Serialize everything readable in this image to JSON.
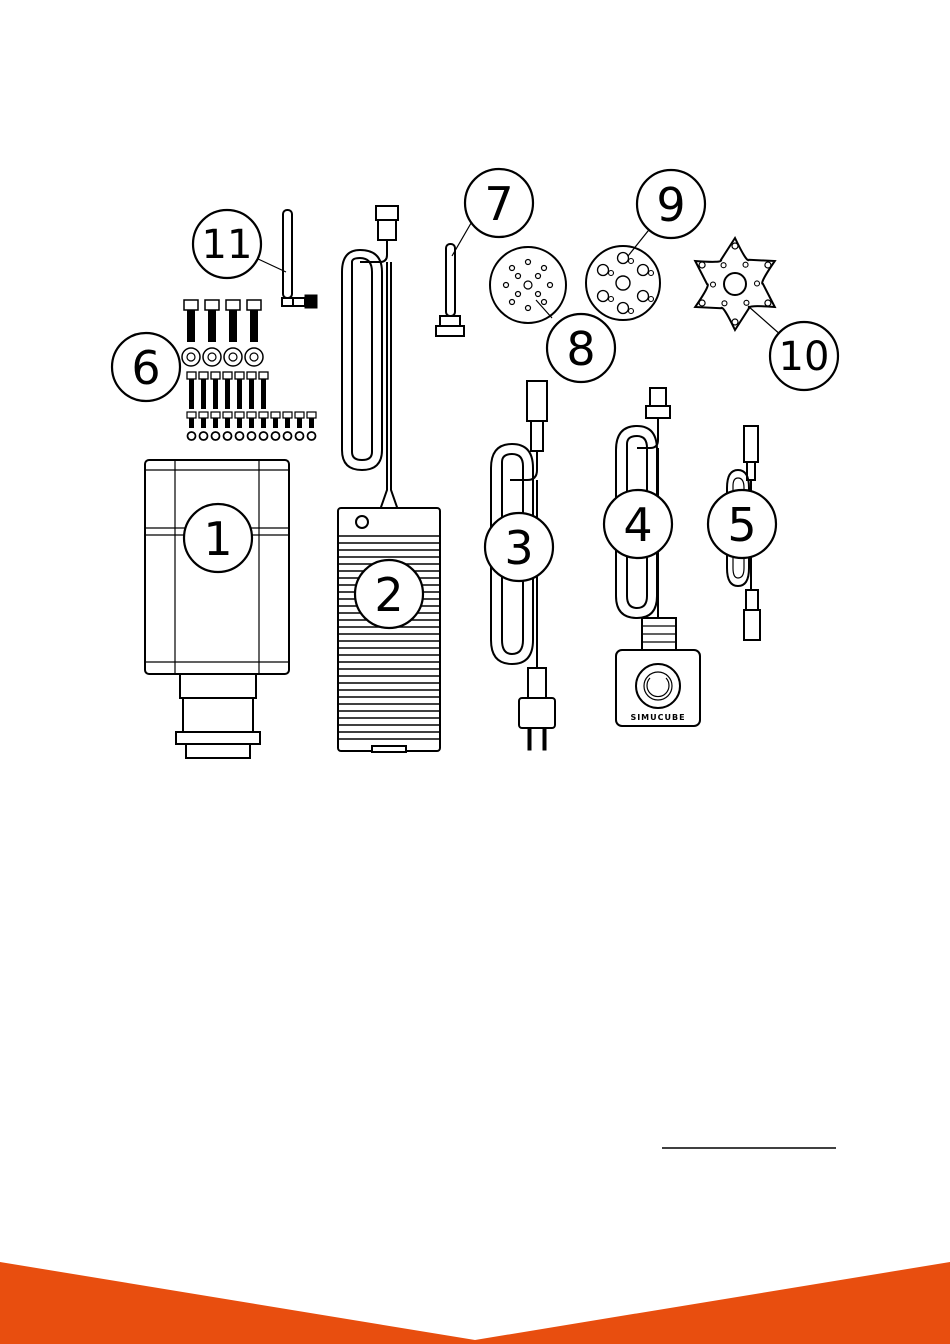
{
  "colors": {
    "accent": "#e84e0f",
    "ink": "#000000",
    "paper": "#ffffff"
  },
  "callouts": [
    {
      "id": "1",
      "label": "1"
    },
    {
      "id": "2",
      "label": "2"
    },
    {
      "id": "3",
      "label": "3"
    },
    {
      "id": "4",
      "label": "4"
    },
    {
      "id": "5",
      "label": "5"
    },
    {
      "id": "6",
      "label": "6"
    },
    {
      "id": "7",
      "label": "7"
    },
    {
      "id": "8",
      "label": "8"
    },
    {
      "id": "9",
      "label": "9"
    },
    {
      "id": "10",
      "label": "10"
    },
    {
      "id": "11",
      "label": "11"
    }
  ],
  "estop_brand": "SIMUCUBE"
}
